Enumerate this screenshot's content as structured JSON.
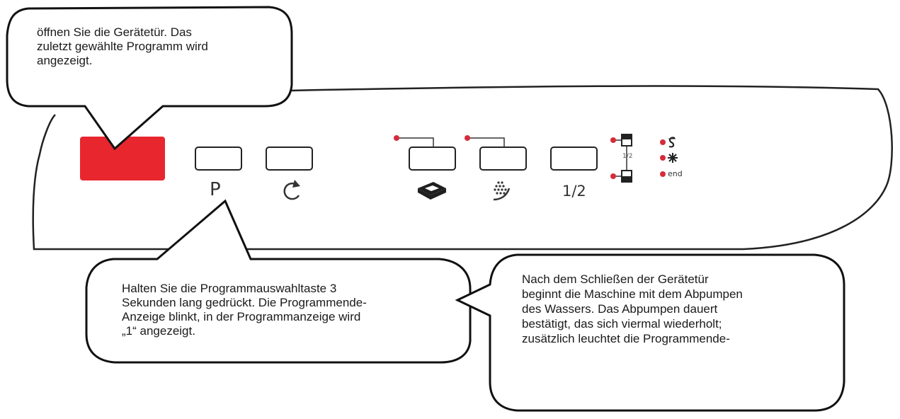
{
  "colors": {
    "display": "#e8262e",
    "indicator": "#d62b3a",
    "outline": "#222222"
  },
  "callouts": {
    "top": [
      "öffnen Sie die Gerätetür. Das",
      "zuletzt gewählte Programm wird",
      "angezeigt."
    ],
    "bottom_left": [
      "Halten Sie die Programmauswahltaste 3",
      "Sekunden lang gedrückt. Die Programmende-",
      "Anzeige blinkt, in der Programmanzeige wird",
      "„1“ angezeigt."
    ],
    "bottom_right": [
      "Nach dem Schließen der Gerätetür",
      "beginnt die Maschine mit dem Abpumpen",
      "des Wassers. Das Abpumpen dauert",
      "bestätigt, das sich viermal wiederholt;",
      "zusätzlich leuchtet die Programmende-"
    ]
  },
  "panel": {
    "program_button_label": "P",
    "half_load_button_label": "1/2",
    "half_load_indicator_label": "1/2",
    "end_indicator_label": "end"
  },
  "icons": {
    "start": "restart-arrow-icon",
    "tablet": "detergent-tablet-icon",
    "spray": "spray-arm-icon",
    "salt": "salt-icon",
    "rinse": "rinse-aid-icon"
  }
}
